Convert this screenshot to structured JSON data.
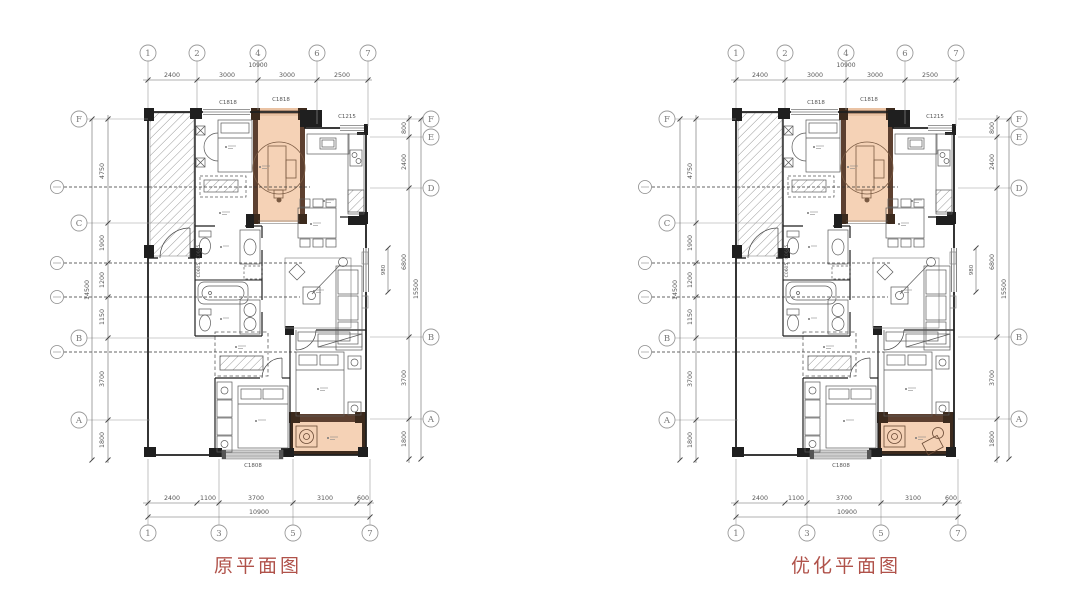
{
  "page": {
    "title": "floor-plan-comparison",
    "background": "#ffffff"
  },
  "colors": {
    "highlight_fill": "#f5d2b6",
    "highlight_window_band": "#eac3a4",
    "highlight_wall": "#5d4030",
    "highlight_wall_dark": "#3c2a1d",
    "caption_red": "#b0524a",
    "wall_black": "#1f1f1f",
    "dim_gray": "#555555"
  },
  "plans": [
    {
      "id": "original",
      "caption": "原平面图"
    },
    {
      "id": "optimized",
      "caption": "优化平面图"
    }
  ],
  "grid": {
    "top": {
      "bubbles": [
        "1",
        "2",
        "4",
        "6",
        "7"
      ],
      "dims": [
        "2400",
        "3000",
        "3000",
        "2500"
      ],
      "overall": "10900"
    },
    "bottom": {
      "bubbles": [
        "1",
        "3",
        "5",
        "7"
      ],
      "dims": [
        "2400",
        "1100",
        "3700",
        "3100",
        "600"
      ],
      "overall": "10900"
    },
    "left": {
      "bubbles": [
        "F",
        "C",
        "B",
        "A"
      ],
      "dims": [
        "4750",
        "1900",
        "1200",
        "1150",
        "3700",
        "1800"
      ],
      "overall": "14500"
    },
    "right": {
      "bubbles": [
        "F",
        "E",
        "D",
        "B",
        "A"
      ],
      "dims": [
        "800",
        "2400",
        "6800",
        "3700",
        "1800"
      ],
      "overall": "15500",
      "bay": "980"
    }
  },
  "windows": {
    "top_left": "C1818",
    "top_mid": "C1818",
    "top_right": "C1215",
    "bottom": "C1808",
    "bath_a": "C0605",
    "bath_b": "C0605"
  }
}
